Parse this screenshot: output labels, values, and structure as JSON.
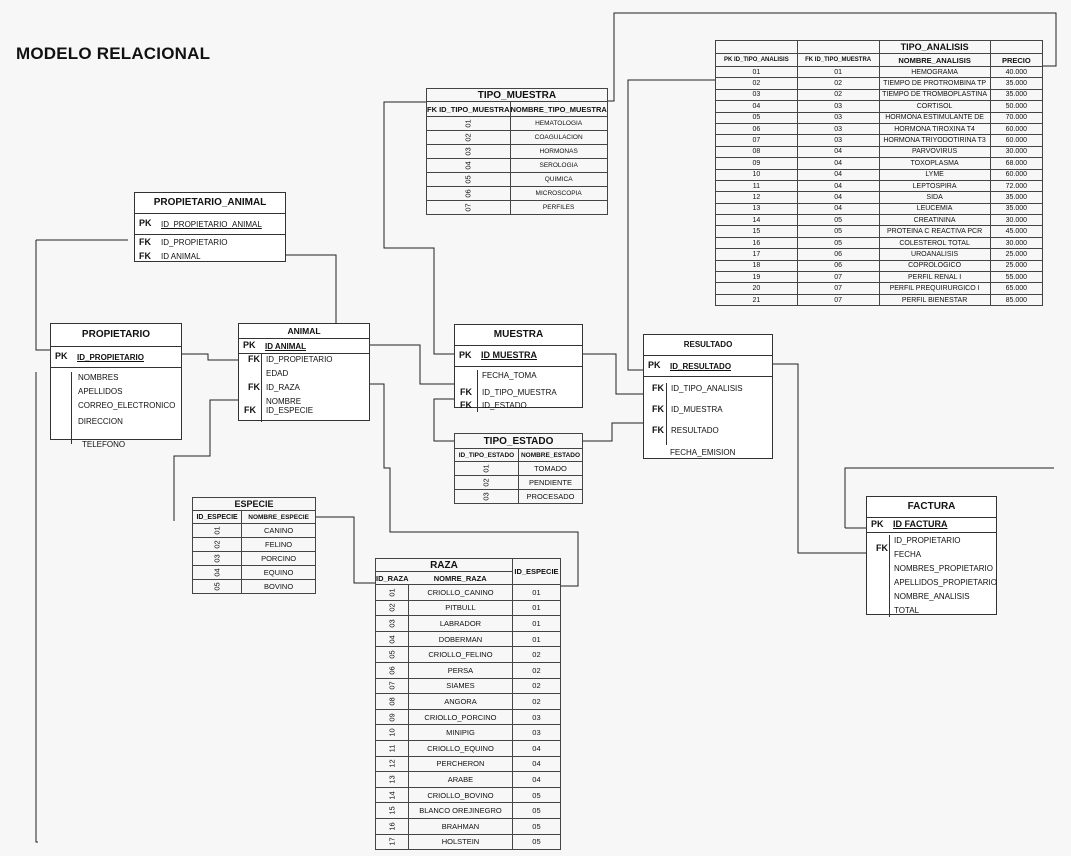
{
  "title": "MODELO RELACIONAL",
  "propietario_animal": {
    "name": "PROPIETARIO_ANIMAL",
    "rows": [
      {
        "key": "PK",
        "field": "ID_PROPIETARIO_ANIMAL"
      },
      {
        "key": "FK",
        "field": "ID_PROPIETARIO"
      },
      {
        "key": "FK",
        "field": "ID ANIMAL"
      }
    ]
  },
  "propietario": {
    "name": "PROPIETARIO",
    "pk": {
      "key": "PK",
      "field": "ID_PROPIETARIO"
    },
    "fields": [
      "NOMBRES",
      "APELLIDOS",
      "CORREO_ELECTRONICO",
      "DIRECCION",
      "TELEFONO"
    ]
  },
  "animal": {
    "name": "ANIMAL",
    "pk": {
      "key": "PK",
      "field": "ID ANIMAL"
    },
    "rows": [
      {
        "key": "FK",
        "field": "ID_PROPIETARIO"
      },
      {
        "key": "",
        "field": "EDAD"
      },
      {
        "key": "FK",
        "field": "ID_RAZA"
      },
      {
        "key": "",
        "field": "NOMBRE"
      },
      {
        "key": "FK",
        "field": "ID_ESPECIE"
      }
    ]
  },
  "muestra": {
    "name": "MUESTRA",
    "pk": {
      "key": "PK",
      "field": "ID MUESTRA"
    },
    "rows": [
      {
        "key": "",
        "field": "FECHA_TOMA"
      },
      {
        "key": "FK",
        "field": "ID_TIPO_MUESTRA"
      },
      {
        "key": "FK",
        "field": "ID_ESTADO"
      }
    ]
  },
  "resultado": {
    "name": "RESULTADO",
    "pk": {
      "key": "PK",
      "field": "ID_RESULTADO"
    },
    "rows": [
      {
        "key": "FK",
        "field": "ID_TIPO_ANALISIS"
      },
      {
        "key": "FK",
        "field": "ID_MUESTRA"
      },
      {
        "key": "FK",
        "field": "RESULTADO"
      },
      {
        "key": "",
        "field": "FECHA_EMISION"
      }
    ]
  },
  "factura": {
    "name": "FACTURA",
    "pk": {
      "key": "PK",
      "field": "ID FACTURA"
    },
    "fk": "FK",
    "fields": [
      "ID_PROPIETARIO",
      "FECHA",
      "NOMBRES_PROPIETARIO",
      "APELLIDOS_PROPIETARIO",
      "NOMBRE_ANALISIS",
      "TOTAL"
    ]
  },
  "tipo_muestra": {
    "name": "TIPO_MUESTRA",
    "h1": "FK ID_TIPO_MUESTRA",
    "h2": "NOMBRE_TIPO_MUESTRA",
    "rows": [
      [
        "01",
        "HEMATOLOGIA"
      ],
      [
        "02",
        "COAGULACION"
      ],
      [
        "03",
        "HORMONAS"
      ],
      [
        "04",
        "SEROLOGIA"
      ],
      [
        "05",
        "QUIMICA"
      ],
      [
        "06",
        "MICROSCOPIA"
      ],
      [
        "07",
        "PERFILES"
      ]
    ]
  },
  "tipo_estado": {
    "name": "TIPO_ESTADO",
    "h1": "ID_TIPO_ESTADO",
    "h2": "NOMBRE_ESTADO",
    "rows": [
      [
        "01",
        "TOMADO"
      ],
      [
        "02",
        "PENDIENTE"
      ],
      [
        "03",
        "PROCESADO"
      ]
    ]
  },
  "especie": {
    "name": "ESPECIE",
    "h1": "ID_ESPECIE",
    "h2": "NOMBRE_ESPECIE",
    "rows": [
      [
        "01",
        "CANINO"
      ],
      [
        "02",
        "FELINO"
      ],
      [
        "03",
        "PORCINO"
      ],
      [
        "04",
        "EQUINO"
      ],
      [
        "05",
        "BOVINO"
      ]
    ]
  },
  "raza": {
    "name": "RAZA",
    "h1": "ID_RAZA",
    "h2": "NOMRE_RAZA",
    "h3": "ID_ESPECIE",
    "rows": [
      [
        "01",
        "CRIOLLO_CANINO",
        "01"
      ],
      [
        "02",
        "PITBULL",
        "01"
      ],
      [
        "03",
        "LABRADOR",
        "01"
      ],
      [
        "04",
        "DOBERMAN",
        "01"
      ],
      [
        "05",
        "CRIOLLO_FELINO",
        "02"
      ],
      [
        "06",
        "PERSA",
        "02"
      ],
      [
        "07",
        "SIAMES",
        "02"
      ],
      [
        "08",
        "ANGORA",
        "02"
      ],
      [
        "09",
        "CRIOLLO_PORCINO",
        "03"
      ],
      [
        "10",
        "MINIPIG",
        "03"
      ],
      [
        "11",
        "CRIOLLO_EQUINO",
        "04"
      ],
      [
        "12",
        "PERCHERON",
        "04"
      ],
      [
        "13",
        "ARABE",
        "04"
      ],
      [
        "14",
        "CRIOLLO_BOVINO",
        "05"
      ],
      [
        "15",
        "BLANCO OREJINEGRO",
        "05"
      ],
      [
        "16",
        "BRAHMAN",
        "05"
      ],
      [
        "17",
        "HOLSTEIN",
        "05"
      ]
    ]
  },
  "tipo_analisis": {
    "name": "TIPO_ANALISIS",
    "h1": "PK ID_TIPO_ANALISIS",
    "h2": "FK ID_TIPO_MUESTRA",
    "h3": "NOMBRE_ANALISIS",
    "h4": "PRECIO",
    "rows": [
      [
        "01",
        "01",
        "HEMOGRAMA",
        "40.000"
      ],
      [
        "02",
        "02",
        "TIEMPO DE PROTROMBINA TP",
        "35.000"
      ],
      [
        "03",
        "02",
        "TIEMPO DE TROMBOPLASTINA",
        "35.000"
      ],
      [
        "04",
        "03",
        "CORTISOL",
        "50.000"
      ],
      [
        "05",
        "03",
        "HORMONA ESTIMULANTE DE",
        "70.000"
      ],
      [
        "06",
        "03",
        "HORMONA TIROXINA T4",
        "60.000"
      ],
      [
        "07",
        "03",
        "HORMONA TRIYODOTIRINA T3",
        "60.000"
      ],
      [
        "08",
        "04",
        "PARVOVIRUS",
        "30.000"
      ],
      [
        "09",
        "04",
        "TOXOPLASMA",
        "68.000"
      ],
      [
        "10",
        "04",
        "LYME",
        "60.000"
      ],
      [
        "11",
        "04",
        "LEPTOSPIRA",
        "72.000"
      ],
      [
        "12",
        "04",
        "SIDA",
        "35.000"
      ],
      [
        "13",
        "04",
        "LEUCEMIA",
        "35.000"
      ],
      [
        "14",
        "05",
        "CREATININA",
        "30.000"
      ],
      [
        "15",
        "05",
        "PROTEINA C REACTIVA PCR",
        "45.000"
      ],
      [
        "16",
        "05",
        "COLESTEROL TOTAL",
        "30.000"
      ],
      [
        "17",
        "06",
        "UROANALISIS",
        "25.000"
      ],
      [
        "18",
        "06",
        "COPROLOGICO",
        "25.000"
      ],
      [
        "19",
        "07",
        "PERFIL RENAL I",
        "55.000"
      ],
      [
        "20",
        "07",
        "PERFIL PREQUIRURGICO I",
        "65.000"
      ],
      [
        "21",
        "07",
        "PERFIL BIENESTAR",
        "85.000"
      ]
    ]
  }
}
